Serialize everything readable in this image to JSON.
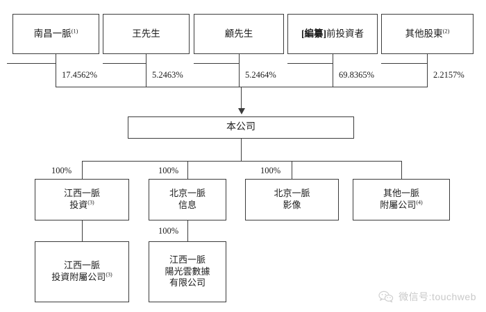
{
  "chart_data": {
    "type": "diagram",
    "title": "",
    "subtype": "organizational-shareholding-structure",
    "shareholders": [
      {
        "name": "南昌一脈",
        "footnote": "(1)",
        "percent": "17.4562%"
      },
      {
        "name": "王先生",
        "footnote": "",
        "percent": "5.2463%"
      },
      {
        "name": "顧先生",
        "footnote": "",
        "percent": "5.2464%"
      },
      {
        "name": "[編纂]前投資者",
        "footnote": "",
        "percent": "69.8365%",
        "bold_prefix": "[編纂]",
        "rest": "前投資者"
      },
      {
        "name": "其他股東",
        "footnote": "(2)",
        "percent": "2.2157%"
      }
    ],
    "company": {
      "name": "本公司"
    },
    "subsidiaries": [
      {
        "name": "江西一脈\n投資",
        "footnote": "(3)",
        "percent": "100%"
      },
      {
        "name": "北京一脈\n信息",
        "footnote": "",
        "percent": "100%"
      },
      {
        "name": "北京一脈\n影像",
        "footnote": "",
        "percent": "100%"
      },
      {
        "name": "其他一脈\n附屬公司",
        "footnote": "(4)",
        "percent": ""
      }
    ],
    "leaf_entities": [
      {
        "name": "江西一脈\n投資附屬公司",
        "footnote": "(3)",
        "percent": ""
      },
      {
        "name": "江西一脈\n陽光雲數據\n有限公司",
        "footnote": "",
        "percent": "100%"
      }
    ]
  },
  "top_row": {
    "box_1_label": "南昌一脈",
    "box_1_sup": "(1)",
    "box_2_label": "王先生",
    "box_3_label": "顧先生",
    "box_4_label_bold": "[編纂]",
    "box_4_label_rest": "前投資者",
    "box_5_label": "其他股東",
    "box_5_sup": "(2)"
  },
  "percent_row": {
    "p1": "17.4562%",
    "p2": "5.2463%",
    "p3": "5.2464%",
    "p4": "69.8365%",
    "p5": "2.2157%"
  },
  "company": {
    "label": "本公司"
  },
  "subsidiary_percents": {
    "s1": "100%",
    "s2": "100%",
    "s3": "100%"
  },
  "subsidiary_row": {
    "box_1_label": "江西一脈\n投資",
    "box_1_sup": "(3)",
    "box_2_label": "北京一脈\n信息",
    "box_3_label": "北京一脈\n影像",
    "box_4_label": "其他一脈\n附屬公司",
    "box_4_sup": "(4)"
  },
  "leaf_row": {
    "box_1_label": "江西一脈\n投資附屬公司",
    "box_1_sup": "(3)",
    "box_2_label": "江西一脈\n陽光雲數據\n有限公司",
    "percent": "100%"
  },
  "watermark": {
    "icon": "wechat-icon",
    "text": "微信号:touchweb"
  },
  "colors": {
    "border": "#3b3b3b",
    "text": "#1b1b1b",
    "background": "#ffffff",
    "watermark": "#c9c9c9"
  }
}
